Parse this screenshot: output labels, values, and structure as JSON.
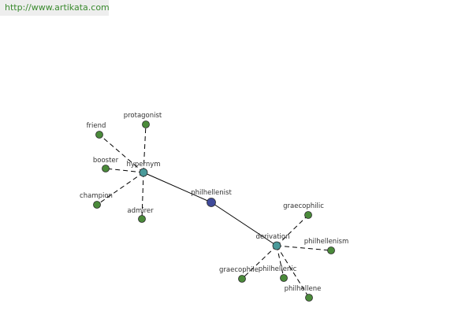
{
  "header": {
    "url": "http://www.artikata.com"
  },
  "colors": {
    "center_node": "#3f4a9a",
    "hub_node": "#4a9a9a",
    "leaf_node": "#4a8a3a",
    "url_text": "#3a8a2e"
  },
  "graph": {
    "center": "philhellenist",
    "hubs": [
      "hypernym",
      "derivation"
    ],
    "nodes": [
      {
        "id": "philhellenist",
        "label": "philhellenist",
        "kind": "center"
      },
      {
        "id": "hypernym",
        "label": "hypernym",
        "kind": "hub"
      },
      {
        "id": "derivation",
        "label": "derivation",
        "kind": "hub"
      },
      {
        "id": "friend",
        "label": "friend",
        "kind": "leaf"
      },
      {
        "id": "protagonist",
        "label": "protagonist",
        "kind": "leaf"
      },
      {
        "id": "booster",
        "label": "booster",
        "kind": "leaf"
      },
      {
        "id": "champion",
        "label": "champion",
        "kind": "leaf"
      },
      {
        "id": "admirer",
        "label": "admirer",
        "kind": "leaf"
      },
      {
        "id": "graecophilic",
        "label": "graecophilic",
        "kind": "leaf"
      },
      {
        "id": "philhellenism",
        "label": "philhellenism",
        "kind": "leaf"
      },
      {
        "id": "graecophile",
        "label": "graecophile",
        "kind": "leaf"
      },
      {
        "id": "philhellenic",
        "label": "philhellenic",
        "kind": "leaf"
      },
      {
        "id": "philhellene",
        "label": "philhellene",
        "kind": "leaf"
      }
    ],
    "edges": [
      {
        "from": "hypernym",
        "to": "philhellenist",
        "style": "solid"
      },
      {
        "from": "philhellenist",
        "to": "derivation",
        "style": "solid"
      },
      {
        "from": "hypernym",
        "to": "friend",
        "style": "dashed"
      },
      {
        "from": "hypernym",
        "to": "protagonist",
        "style": "dashed"
      },
      {
        "from": "hypernym",
        "to": "booster",
        "style": "dashed"
      },
      {
        "from": "hypernym",
        "to": "champion",
        "style": "dashed"
      },
      {
        "from": "hypernym",
        "to": "admirer",
        "style": "dashed"
      },
      {
        "from": "derivation",
        "to": "graecophilic",
        "style": "dashed"
      },
      {
        "from": "derivation",
        "to": "philhellenism",
        "style": "dashed"
      },
      {
        "from": "derivation",
        "to": "graecophile",
        "style": "dashed"
      },
      {
        "from": "derivation",
        "to": "philhellenic",
        "style": "dashed"
      },
      {
        "from": "derivation",
        "to": "philhellene",
        "style": "dashed"
      }
    ]
  }
}
